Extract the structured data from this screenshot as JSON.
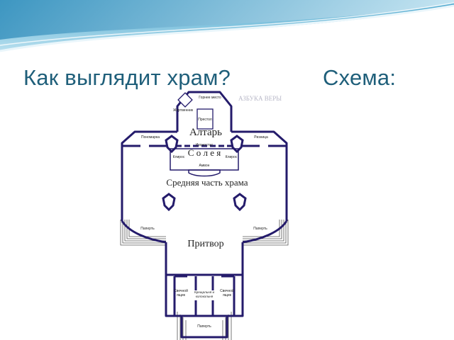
{
  "slide": {
    "title_left": "Как выглядит храм?",
    "title_right": "Схема:",
    "watermark": "АЗБУКА ВЕРЫ"
  },
  "plan": {
    "rooms": {
      "altar": "Алтарь",
      "soleya": "С о л е я",
      "middle": "Средняя часть храма",
      "pritvor": "Притвор"
    },
    "labels": {
      "gornee_mesto": "Горнее место",
      "zhertvennik": "Жертвенник",
      "prestol": "Престол",
      "ponomarka": "Пономарка",
      "riznitsa": "Ризница",
      "ikonostas": "Иконостас",
      "kliros_left": "Клирос",
      "kliros_right": "Клирос",
      "amvon": "Амвон",
      "papert_left": "Паперть",
      "papert_right": "Паперть",
      "papert_bottom": "Паперть",
      "svechnoy_left_1": "Свечной",
      "svechnoy_left_2": "ящик",
      "kreshchalnaya_1": "Крещальня и",
      "kreshchalnaya_2": "колокольня",
      "svechnoy_right_1": "Свечной",
      "svechnoy_right_2": "ящик"
    }
  }
}
